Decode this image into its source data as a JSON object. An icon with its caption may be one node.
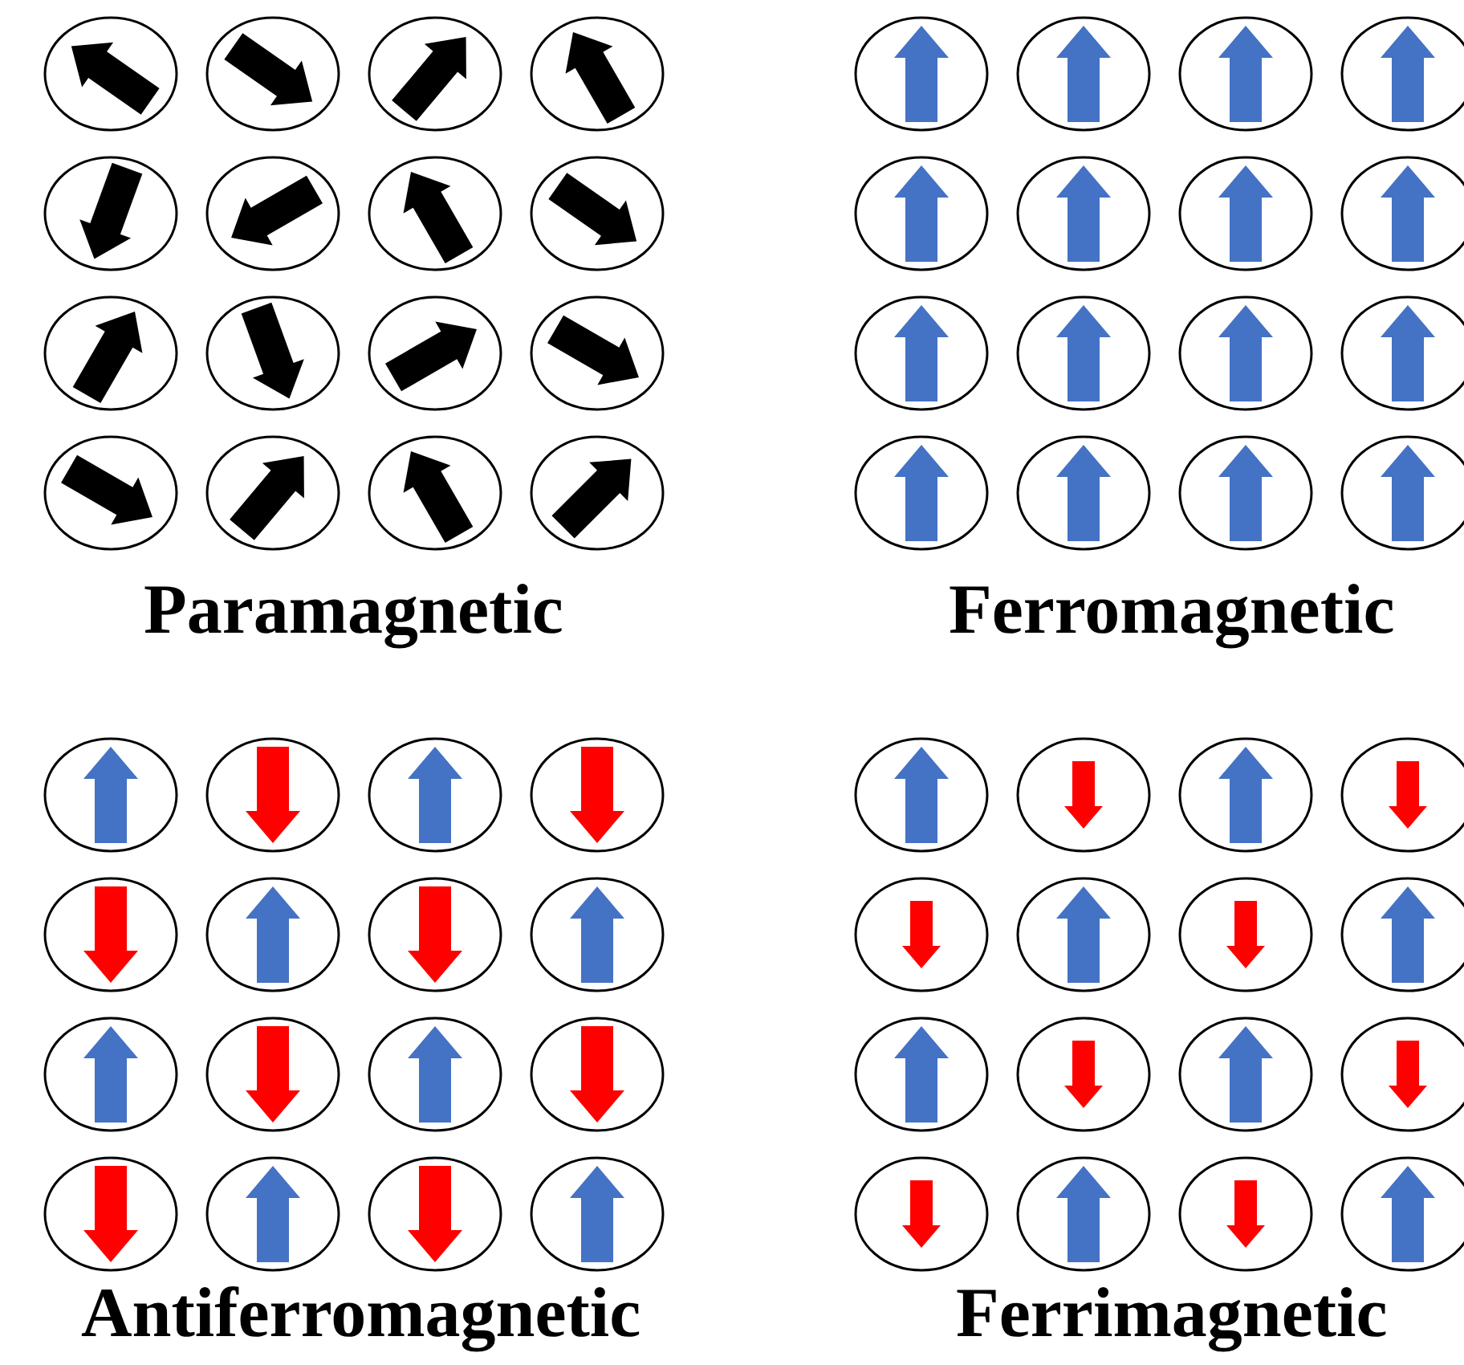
{
  "diagram": {
    "labels": [
      "Paramagnetic",
      "Ferromagnetic",
      "Antiferromagnetic",
      "Ferrimagnetic"
    ]
  }
}
